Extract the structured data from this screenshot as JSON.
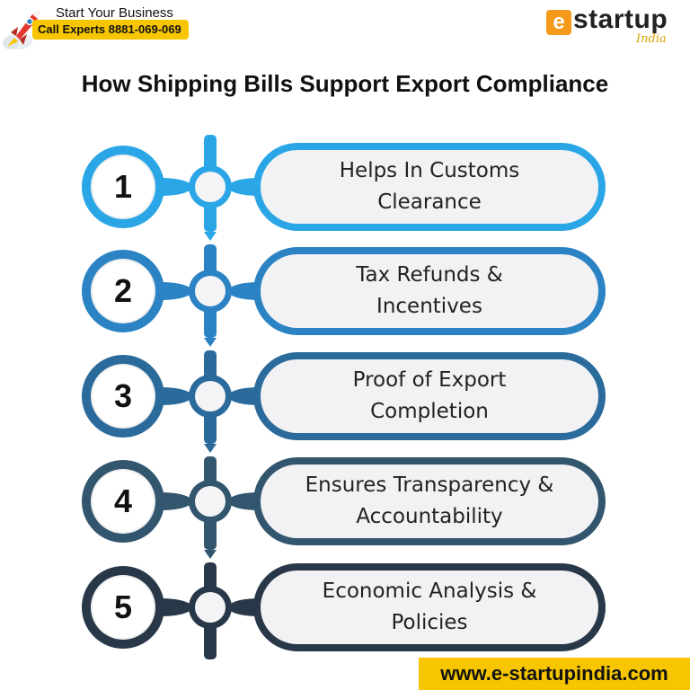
{
  "promo": {
    "line1": "Start Your Business",
    "line2": "Call Experts 8881-069-069"
  },
  "brand": {
    "initial": "e",
    "name": "startup",
    "sub": "India"
  },
  "title": "How Shipping Bills Support Export Compliance",
  "colors": {
    "step_1": "#2aa6e6",
    "step_2": "#2b83c4",
    "step_3": "#2a6b9c",
    "step_4": "#33566f",
    "step_5": "#283848",
    "accent_yellow": "#f7c600"
  },
  "steps": [
    {
      "number": "1",
      "line1": "Helps In Customs",
      "line2": "Clearance"
    },
    {
      "number": "2",
      "line1": "Tax Refunds &",
      "line2": "Incentives"
    },
    {
      "number": "3",
      "line1": "Proof of Export",
      "line2": "Completion"
    },
    {
      "number": "4",
      "line1": "Ensures Transparency &",
      "line2": "Accountability"
    },
    {
      "number": "5",
      "line1": "Economic Analysis &",
      "line2": "Policies"
    }
  ],
  "footer": {
    "url": "www.e-startupindia.com"
  }
}
